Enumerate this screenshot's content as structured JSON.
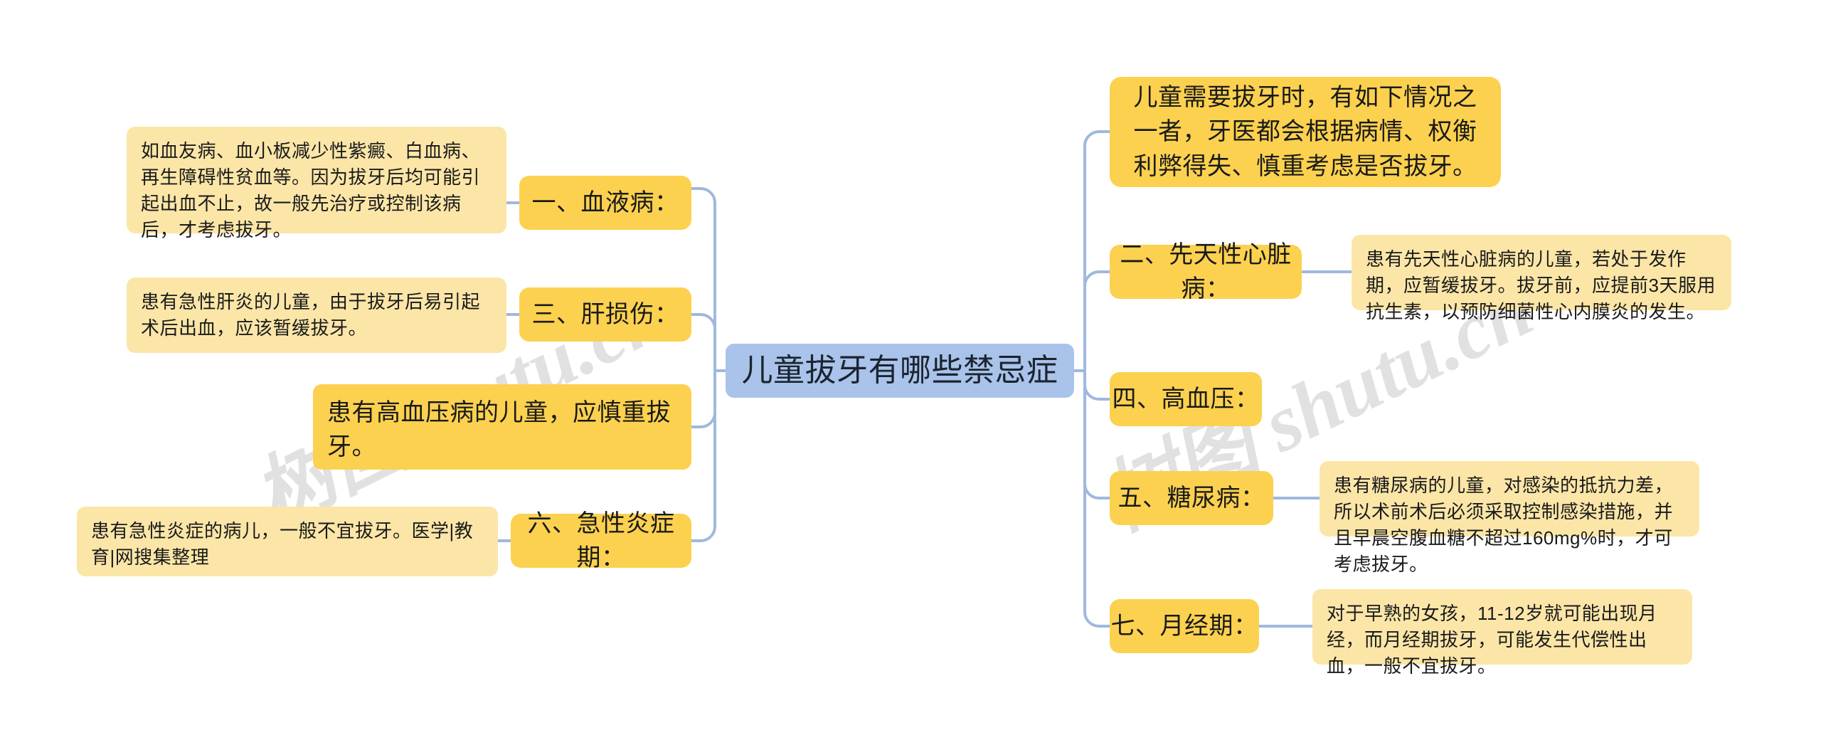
{
  "diagram": {
    "type": "mindmap",
    "title": "儿童拔牙有哪些禁忌症",
    "colors": {
      "root_fill": "#a9c3ea",
      "branch_fill": "#fcd14f",
      "leaf_fill": "#fbe6a8",
      "connector": "#9fb8de",
      "text": "#1a1a1a",
      "watermark": "#c9c9c9"
    },
    "watermarks": [
      "树图shutu.cn",
      "树图 shutu.cn"
    ]
  },
  "root": {
    "label": "儿童拔牙有哪些禁忌症"
  },
  "left_branches": [
    {
      "id": "blood",
      "label": "一、血液病：",
      "detail": "如血友病、血小板减少性紫癜、白血病、再生障碍性贫血等。因为拔牙后均可能引起出血不止，故一般先治疗或控制该病后，才考虑拔牙。"
    },
    {
      "id": "liver",
      "label": "三、肝损伤：",
      "detail": "患有急性肝炎的儿童，由于拔牙后易引起术后出血，应该暂缓拔牙。"
    },
    {
      "id": "hypertension-note",
      "label": "患有高血压病的儿童，应慎重拔牙。",
      "detail": ""
    },
    {
      "id": "acute-inflammation",
      "label": "六、急性炎症期：",
      "detail": "患有急性炎症的病儿，一般不宜拔牙。医学|教育|网搜集整理"
    }
  ],
  "right_branches": [
    {
      "id": "intro",
      "label": "儿童需要拔牙时，有如下情况之一者，牙医都会根据病情、权衡利弊得失、慎重考虑是否拔牙。",
      "detail": ""
    },
    {
      "id": "congenital-heart",
      "label": "二、先天性心脏病：",
      "detail": "患有先天性心脏病的儿童，若处于发作期，应暂缓拔牙。拔牙前，应提前3天服用抗生素，以预防细菌性心内膜炎的发生。"
    },
    {
      "id": "hypertension",
      "label": "四、高血压：",
      "detail": ""
    },
    {
      "id": "diabetes",
      "label": "五、糖尿病：",
      "detail": "患有糖尿病的儿童，对感染的抵抗力差，所以术前术后必须采取控制感染措施，并且早晨空腹血糖不超过160mg%时，才可考虑拔牙。"
    },
    {
      "id": "menstruation",
      "label": "七、月经期：",
      "detail": "对于早熟的女孩，11-12岁就可能出现月经，而月经期拔牙，可能发生代偿性出血，一般不宜拔牙。"
    }
  ]
}
